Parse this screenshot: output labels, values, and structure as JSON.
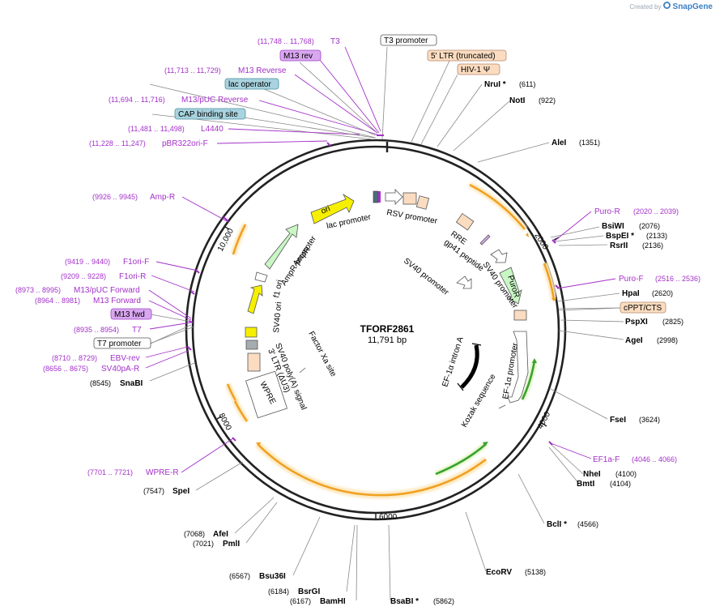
{
  "branding": {
    "created_by": "Created by",
    "product": "SnapGene"
  },
  "plasmid": {
    "name": "TFORF2861",
    "length": "11,791 bp"
  },
  "ticks": [
    "2000",
    "4000",
    "6000",
    "8000",
    "10,000"
  ],
  "sites": [
    {
      "name": "NruI *",
      "pos": "(611)"
    },
    {
      "name": "NotI",
      "pos": "(922)"
    },
    {
      "name": "AleI",
      "pos": "(1351)"
    },
    {
      "name": "BsiWI",
      "pos": "(2076)"
    },
    {
      "name": "BspEI *",
      "pos": "(2133)"
    },
    {
      "name": "RsrII",
      "pos": "(2136)"
    },
    {
      "name": "HpaI",
      "pos": "(2620)"
    },
    {
      "name": "PspXI",
      "pos": "(2825)"
    },
    {
      "name": "AgeI",
      "pos": "(2998)"
    },
    {
      "name": "FseI",
      "pos": "(3624)"
    },
    {
      "name": "NheI",
      "pos": "(4100)"
    },
    {
      "name": "BmtI",
      "pos": "(4104)"
    },
    {
      "name": "BclI *",
      "pos": "(4566)"
    },
    {
      "name": "EcoRV",
      "pos": "(5138)"
    },
    {
      "name": "BsaBI *",
      "pos": "(5862)"
    },
    {
      "name": "BamHI",
      "pos": "(6167)"
    },
    {
      "name": "BsrGI",
      "pos": "(6184)"
    },
    {
      "name": "Bsu36I",
      "pos": "(6567)"
    },
    {
      "name": "PmlI",
      "pos": "(7021)"
    },
    {
      "name": "AfeI",
      "pos": "(7068)"
    },
    {
      "name": "SpeI",
      "pos": "(7547)"
    },
    {
      "name": "SnaBI",
      "pos": "(8545)"
    }
  ],
  "primers": [
    {
      "name": "T3",
      "range": "(11,748 .. 11,768)"
    },
    {
      "name": "M13 Reverse",
      "range": "(11,713 .. 11,729)"
    },
    {
      "name": "M13/pUC Reverse",
      "range": "(11,694 .. 11,716)"
    },
    {
      "name": "L4440",
      "range": "(11,481 .. 11,498)"
    },
    {
      "name": "pBR322ori-F",
      "range": "(11,228 .. 11,247)"
    },
    {
      "name": "Amp-R",
      "range": "(9926 .. 9945)"
    },
    {
      "name": "F1ori-F",
      "range": "(9419 .. 9440)"
    },
    {
      "name": "F1ori-R",
      "range": "(9209 .. 9228)"
    },
    {
      "name": "M13/pUC Forward",
      "range": "(8973 .. 8995)"
    },
    {
      "name": "M13 Forward",
      "range": "(8964 .. 8981)"
    },
    {
      "name": "T7",
      "range": "(8935 .. 8954)"
    },
    {
      "name": "EBV-rev",
      "range": "(8710 .. 8729)"
    },
    {
      "name": "SV40pA-R",
      "range": "(8656 .. 8675)"
    },
    {
      "name": "WPRE-R",
      "range": "(7701 .. 7721)"
    },
    {
      "name": "Puro-R",
      "range": "(2020 .. 2039)"
    },
    {
      "name": "Puro-F",
      "range": "(2516 .. 2536)"
    },
    {
      "name": "EF1a-F",
      "range": "(4046 .. 4066)"
    }
  ],
  "boxed_labels": [
    {
      "text": "M13 rev",
      "fill": "#d9a7f0",
      "stroke": "#9f46c7"
    },
    {
      "text": "lac operator",
      "fill": "#a8d3df",
      "stroke": "#4c8fa0"
    },
    {
      "text": "CAP binding site",
      "fill": "#a8d3df",
      "stroke": "#4c8fa0"
    },
    {
      "text": "M13 fwd",
      "fill": "#d9a7f0",
      "stroke": "#9f46c7"
    },
    {
      "text": "T7 promoter",
      "fill": "#ffffff",
      "stroke": "#555555"
    },
    {
      "text": "T3 promoter",
      "fill": "#ffffff",
      "stroke": "#555555"
    },
    {
      "text": "5' LTR (truncated)",
      "fill": "#fbdcc0",
      "stroke": "#b5876a"
    },
    {
      "text": "HIV-1 Ψ",
      "fill": "#fbdcc0",
      "stroke": "#b5876a"
    },
    {
      "text": "cPPT/CTS",
      "fill": "#fbdcc0",
      "stroke": "#b5876a"
    }
  ],
  "features": [
    "ori",
    "lac promoter",
    "RSV promoter",
    "RRE",
    "gp41 peptide",
    "SV40 promoter",
    "PuroR",
    "SV40 promoter",
    "AmpR",
    "AmpR promoter",
    "f1 ori",
    "SV40 ori",
    "Factor Xa site",
    "SV40 poly(A) signal",
    "3' LTR (ΔU3)",
    "WPRE",
    "EF-1α intron A",
    "EF-1α promoter",
    "Kozak sequence"
  ],
  "colors": {
    "backbone": "#222222",
    "orf_orange": "#f0a020",
    "orf_glow": "#fde9c2",
    "green_arrow": "#3aa12c",
    "ori_yellow": "#f6f000",
    "ampr_green": "#c9f6c4",
    "primer_purple": "#a330c9",
    "ltr_peach": "#fbdcc0"
  }
}
